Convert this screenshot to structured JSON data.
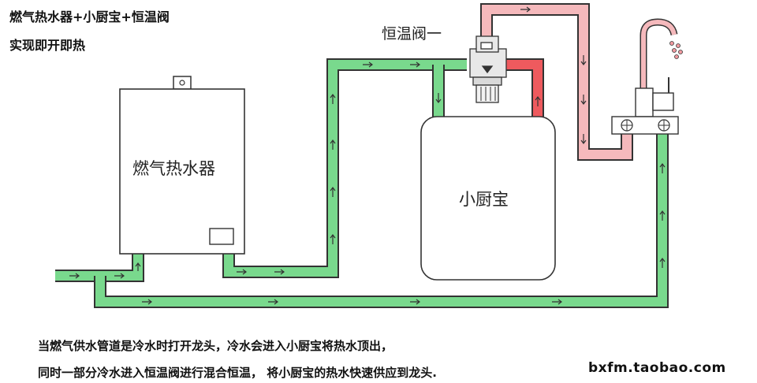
{
  "header": {
    "title_line1": "燃气热水器+小厨宝+恒温阀",
    "title_line2": "实现即开即热"
  },
  "labels": {
    "water_heater": "燃气热水器",
    "kitchen_heater": "小厨宝",
    "valve": "恒温阀一"
  },
  "caption": {
    "line1": "当燃气供水管道是冷水时打开龙头，冷水会进入小厨宝将热水顶出，",
    "line2": "同时一部分冷水进入恒温阀进行混合恒温， 将小厨宝的热水快速供应到龙头."
  },
  "website": "bxfm.taobao.com",
  "colors": {
    "cold_pipe": "#79d98d",
    "hot_pipe": "#ee5a5e",
    "mixed_pipe": "#f5b9bc",
    "outline": "#333333"
  }
}
